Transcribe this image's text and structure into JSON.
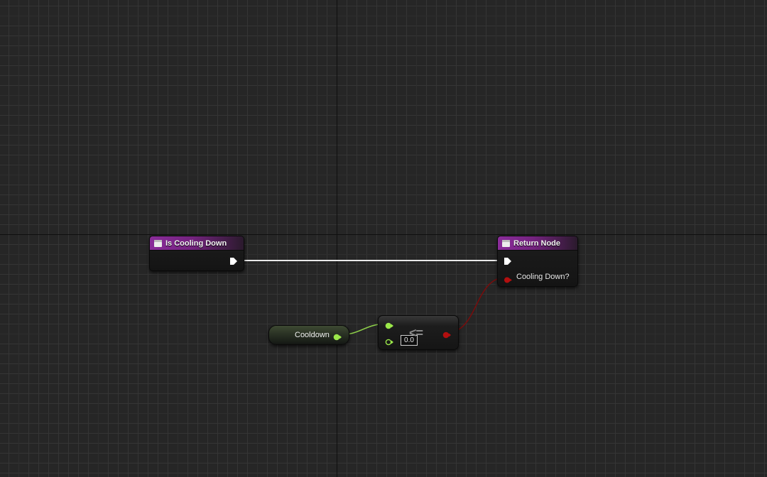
{
  "graph": {
    "colors": {
      "background": "#262626",
      "function_header": "#8a2c9a",
      "float_pin": "#9be84a",
      "bool_pin": "#9b0d0d",
      "exec_wire": "#ffffff"
    }
  },
  "entry_node": {
    "title": "Is Cooling Down",
    "icon": "function-icon"
  },
  "return_node": {
    "title": "Return Node",
    "icon": "function-icon",
    "output_label": "Cooling Down?"
  },
  "variable_node": {
    "label": "Cooldown"
  },
  "compare_node": {
    "operator": "<=",
    "default_value": "0.0"
  }
}
